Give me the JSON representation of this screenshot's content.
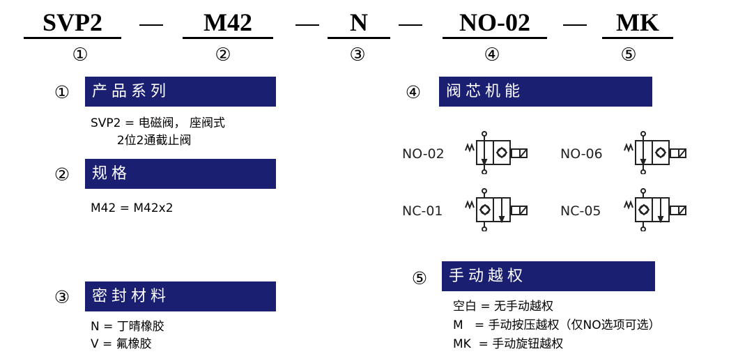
{
  "codes": [
    "SVP2",
    "M42",
    "N",
    "NO-02",
    "MK"
  ],
  "separator": "—",
  "positions": [
    "①",
    "②",
    "③",
    "④",
    "⑤"
  ],
  "sections": {
    "series": {
      "num": "①",
      "title": "产品系列",
      "lines": [
        "SVP2 = 电磁阀， 座阀式",
        "       2位2通截止阀"
      ]
    },
    "spec": {
      "num": "②",
      "title": "规格",
      "lines": [
        "M42 = M42x2"
      ]
    },
    "seal": {
      "num": "③",
      "title": "密封材料",
      "lines": [
        "N = 丁晴橡胶",
        "V = 氟橡胶"
      ]
    },
    "function": {
      "num": "④",
      "title": "阀芯机能"
    },
    "override": {
      "num": "⑤",
      "title": "手动越权",
      "lines": [
        "空白 = 无手动越权",
        "M   = 手动按压越权（仅NO选项可选）",
        "MK  = 手动旋钮越权"
      ]
    }
  },
  "valves": [
    {
      "label": "NO-02",
      "type": "NO"
    },
    {
      "label": "NO-06",
      "type": "NO"
    },
    {
      "label": "NC-01",
      "type": "NC"
    },
    {
      "label": "NC-05",
      "type": "NC"
    }
  ],
  "colors": {
    "header_bg": "#1a1f72",
    "header_text": "#ffffff"
  }
}
